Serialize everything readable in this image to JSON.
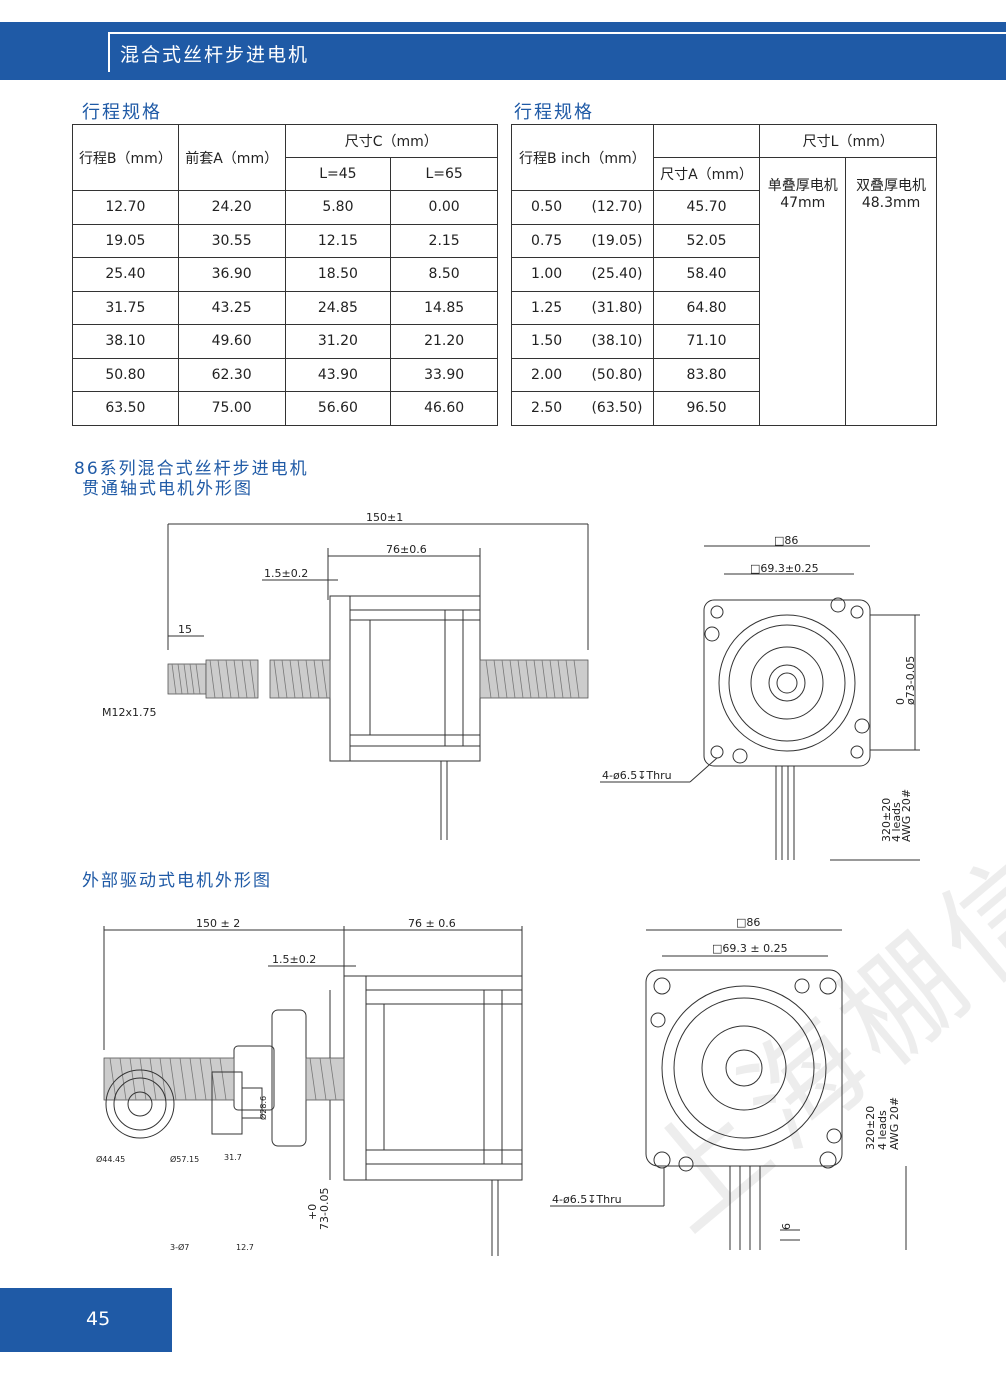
{
  "header": {
    "title": "混合式丝杆步进电机"
  },
  "left_table": {
    "section_title": "行程规格",
    "head": {
      "col1": "行程B（mm）",
      "col2": "前套A（mm）",
      "col3": "尺寸C（mm）",
      "sub1": "L=45",
      "sub2": "L=65"
    },
    "rows": [
      [
        "12.70",
        "24.20",
        "5.80",
        "0.00"
      ],
      [
        "19.05",
        "30.55",
        "12.15",
        "2.15"
      ],
      [
        "25.40",
        "36.90",
        "18.50",
        "8.50"
      ],
      [
        "31.75",
        "43.25",
        "24.85",
        "14.85"
      ],
      [
        "38.10",
        "49.60",
        "31.20",
        "21.20"
      ],
      [
        "50.80",
        "62.30",
        "43.90",
        "33.90"
      ],
      [
        "63.50",
        "75.00",
        "56.60",
        "46.60"
      ]
    ]
  },
  "right_table": {
    "section_title": "行程规格",
    "head": {
      "col1": "行程B  inch（mm）",
      "col2": "尺寸A（mm）",
      "col3": "尺寸L（mm）"
    },
    "merged": {
      "single_label": "单叠厚电机",
      "single_value": "47mm",
      "double_label": "双叠厚电机",
      "double_value": "48.3mm"
    },
    "rows": [
      [
        "0.50",
        "(12.70)",
        "45.70"
      ],
      [
        "0.75",
        "(19.05)",
        "52.05"
      ],
      [
        "1.00",
        "(25.40)",
        "58.40"
      ],
      [
        "1.25",
        "(31.80)",
        "64.80"
      ],
      [
        "1.50",
        "(38.10)",
        "71.10"
      ],
      [
        "2.00",
        "(50.80)",
        "83.80"
      ],
      [
        "2.50",
        "(63.50)",
        "96.50"
      ]
    ]
  },
  "drawing1": {
    "title_line1": "86系列混合式丝杆步进电机",
    "title_line2": "贯通轴式电机外形图",
    "dim_total": "150±1",
    "dim_body": "76±0.6",
    "dim_flange": "1.5±0.2",
    "dim_thread": "15",
    "thread_label": "M12x1.75",
    "front_outer": "□86",
    "front_holes": "□69.3±0.25",
    "front_pilot": "ø73-0.05",
    "front_pilot_zero": "0",
    "mount_holes": "4-ø6.5↧Thru",
    "lead_len": "320±20",
    "lead_count": "4 leads",
    "lead_awg": "AWG 20#"
  },
  "drawing2": {
    "title": "外部驱动式电机外形图",
    "dim_total": "150±2",
    "dim_body": "76±0.6",
    "dim_flange": "1.5±0.2",
    "front_outer": "□86",
    "front_holes": "□69.3±0.25",
    "pilot_dim": "73-0.05",
    "pilot_zero": "+0",
    "mount_holes": "4-ø6.5↧Thru",
    "lead_len": "320±20",
    "lead_count": "4 leads",
    "lead_awg": "AWG 20#",
    "lead_pitch": "6",
    "nut_d1": "Ø44.45",
    "nut_d2": "Ø57.15",
    "nut_holes": "3-Ø7",
    "nut_len": "31.7",
    "nut_flange": "12.7",
    "nut_bore": "Ø28.6"
  },
  "watermark": "上海棚信传动",
  "page_number": "45"
}
